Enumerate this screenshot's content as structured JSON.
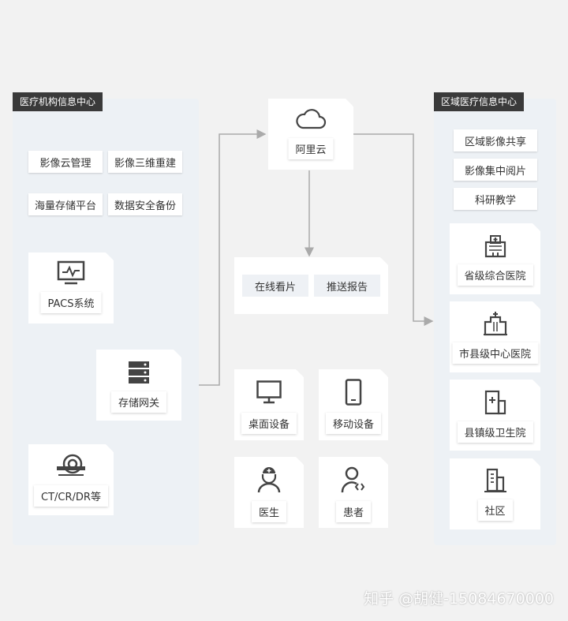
{
  "left_panel": {
    "title": "医疗机构信息中心",
    "chips": [
      "影像云管理",
      "影像三维重建",
      "海量存储平台",
      "数据安全备份"
    ],
    "pacs": "PACS系统",
    "gateway": "存储网关",
    "ct": "CT/CR/DR等"
  },
  "center": {
    "cloud": "阿里云",
    "online_view": "在线看片",
    "push_report": "推送报告",
    "devices": [
      "桌面设备",
      "移动设备",
      "医生",
      "患者"
    ]
  },
  "right_panel": {
    "title": "区域医疗信息中心",
    "chips": [
      "区域影像共享",
      "影像集中阅片",
      "科研教学"
    ],
    "hospitals": [
      "省级综合医院",
      "市县级中心医院",
      "县镇级卫生院",
      "社区"
    ]
  },
  "watermark": "知乎 @胡健-15084670000",
  "colors": {
    "line": "#aaaaaa",
    "title_bg": "#3a3a3a",
    "panel": "#edf1f5"
  }
}
